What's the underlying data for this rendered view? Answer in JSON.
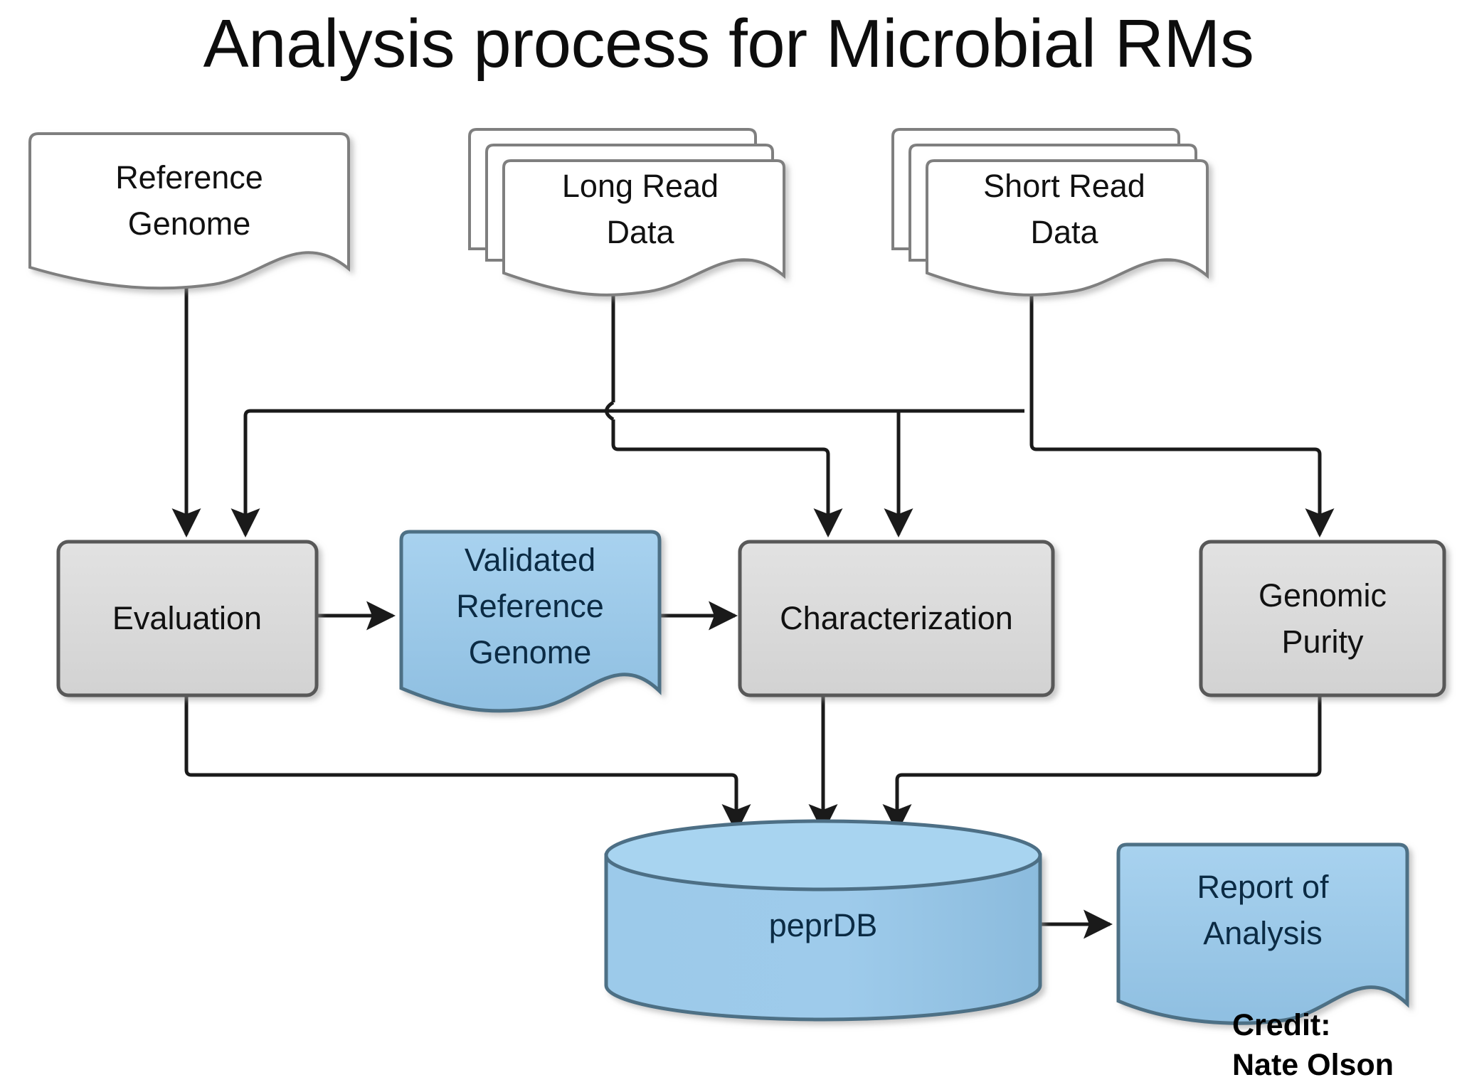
{
  "title": "Analysis process for Microbial RMs",
  "colors": {
    "process_fill": "#d9d9d9",
    "process_stroke": "#595959",
    "doc_fill": "#ffffff",
    "doc_stroke": "#7f7f7f",
    "blue_fill": "#9cc8e8",
    "blue_stroke": "#4d6f85",
    "blue_text": "#0b2b44",
    "connector": "#1a1a1a",
    "text": "#111111",
    "background": "#ffffff"
  },
  "nodes": {
    "reference_genome": {
      "label": "Reference\nGenome",
      "shape": "document",
      "style": "white"
    },
    "long_read_data": {
      "label": "Long Read\nData",
      "shape": "multi-document",
      "style": "white",
      "stack": 3
    },
    "short_read_data": {
      "label": "Short Read\nData",
      "shape": "multi-document",
      "style": "white",
      "stack": 3
    },
    "evaluation": {
      "label": "Evaluation",
      "shape": "process",
      "style": "gray"
    },
    "validated_reference_genome": {
      "label": "Validated\nReference\nGenome",
      "shape": "document",
      "style": "blue"
    },
    "characterization": {
      "label": "Characterization",
      "shape": "process",
      "style": "gray"
    },
    "genomic_purity": {
      "label": "Genomic\nPurity",
      "shape": "process",
      "style": "gray"
    },
    "peprdb": {
      "label": "peprDB",
      "shape": "database",
      "style": "blue"
    },
    "report_of_analysis": {
      "label": "Report of\nAnalysis",
      "shape": "document",
      "style": "blue"
    }
  },
  "edges": [
    {
      "from": "reference_genome",
      "to": "evaluation"
    },
    {
      "from": "long_read_data",
      "to": "evaluation"
    },
    {
      "from": "long_read_data",
      "to": "characterization"
    },
    {
      "from": "short_read_data",
      "to": "characterization"
    },
    {
      "from": "short_read_data",
      "to": "genomic_purity"
    },
    {
      "from": "evaluation",
      "to": "validated_reference_genome"
    },
    {
      "from": "validated_reference_genome",
      "to": "characterization"
    },
    {
      "from": "evaluation",
      "to": "peprdb"
    },
    {
      "from": "characterization",
      "to": "peprdb"
    },
    {
      "from": "genomic_purity",
      "to": "peprdb"
    },
    {
      "from": "peprdb",
      "to": "report_of_analysis"
    }
  ],
  "credit": {
    "line1": "Credit:",
    "line2": "Nate Olson",
    "text": "Credit:\nNate Olson"
  }
}
